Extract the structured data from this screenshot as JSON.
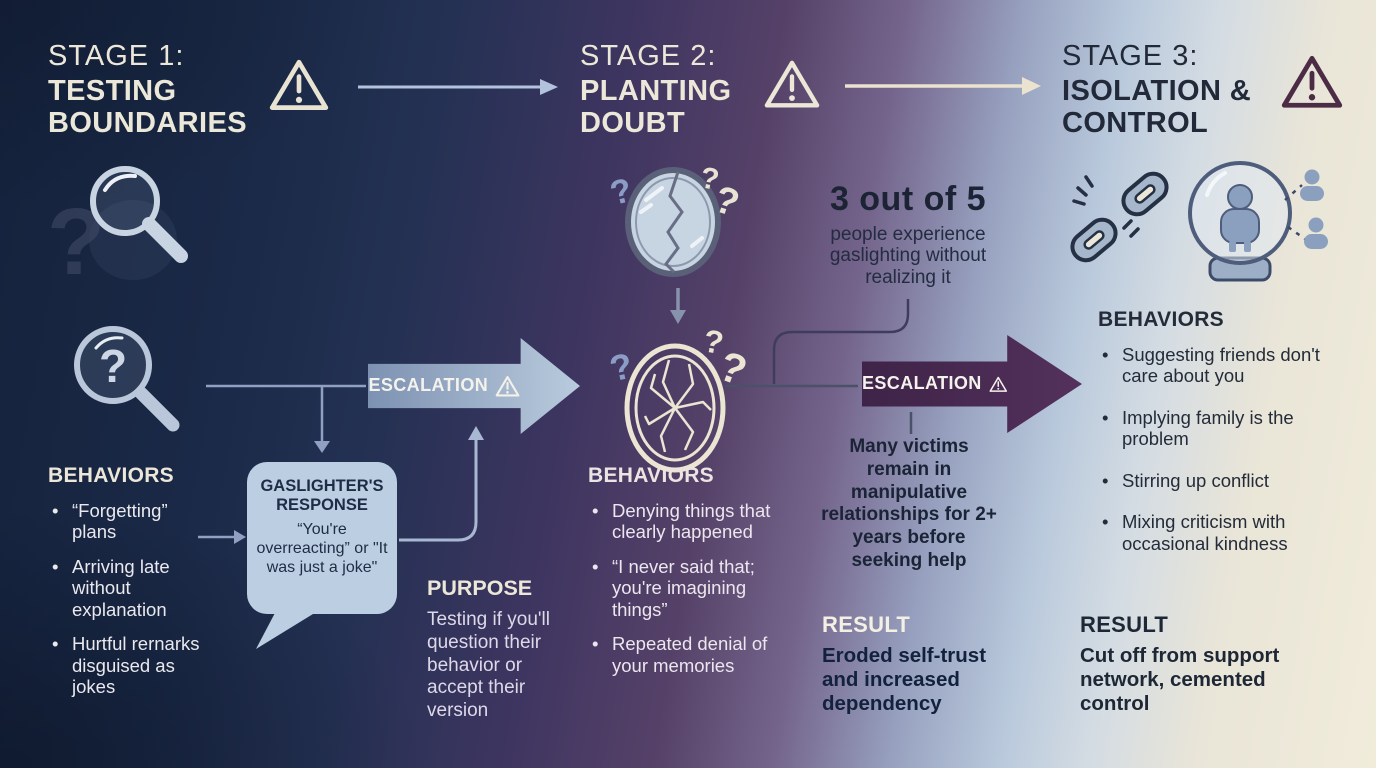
{
  "stage1": {
    "eyebrow": "STAGE 1:",
    "title": "TESTING BOUNDARIES",
    "behaviors_heading": "BEHAVIORS",
    "behaviors": [
      "“Forgetting” plans",
      "Arriving late without explanation",
      "Hurtful rernarks disguised as jokes"
    ],
    "bubble_heading": "GASLIGHTER'S RESPONSE",
    "bubble_text": "“You're overreacting” or \"It was just a joke\"",
    "escalation_label": "ESCALATION",
    "purpose_heading": "PURPOSE",
    "purpose_text": "Testing if you'll question their behavior or accept their version"
  },
  "stage2": {
    "eyebrow": "STAGE 2:",
    "title": "PLANTING DOUBT",
    "stat_number": "3 out of 5",
    "stat_text": "people experience gaslighting without realizing it",
    "behaviors_heading": "BEHAVIORS",
    "behaviors": [
      "Denying things that clearly happened",
      "“I never said that; you're imagining things”",
      "Repeated denial of your memories"
    ],
    "escalation_label": "ESCALATION",
    "victims_note": "Many victims remain in manipulative relationships for 2+ years before seeking help",
    "result_heading": "RESULT",
    "result_text": "Eroded self-trust and increased dependency"
  },
  "stage3": {
    "eyebrow": "STAGE 3:",
    "title": "ISOLATION & CONTROL",
    "behaviors_heading": "BEHAVIORS",
    "behaviors": [
      "Suggesting friends don't care about you",
      "Implying family is the problem",
      "Stirring up conflict",
      "Mixing criticism with occasional kindness"
    ],
    "result_heading": "RESULT",
    "result_text": "Cut off from support network, cemented control"
  },
  "icons": {
    "stage_markers": "warning-triangle",
    "stage1_art": [
      "magnifier",
      "magnifier-question"
    ],
    "stage2_art": [
      "cracking-mirror",
      "shattered-mirror"
    ],
    "stage3_art": [
      "broken-chain",
      "person-in-snow-globe"
    ]
  },
  "colors": {
    "bg_navy": "#15223c",
    "bg_purple": "#554168",
    "bg_blue": "#b9c9dc",
    "bg_cream": "#f1ecda",
    "cream_text": "#ece8d9",
    "dark_text": "#1e2736",
    "bubble_bg": "#bccfe2",
    "escalation1": "#8fa4c2",
    "escalation2": "#472a4f"
  }
}
